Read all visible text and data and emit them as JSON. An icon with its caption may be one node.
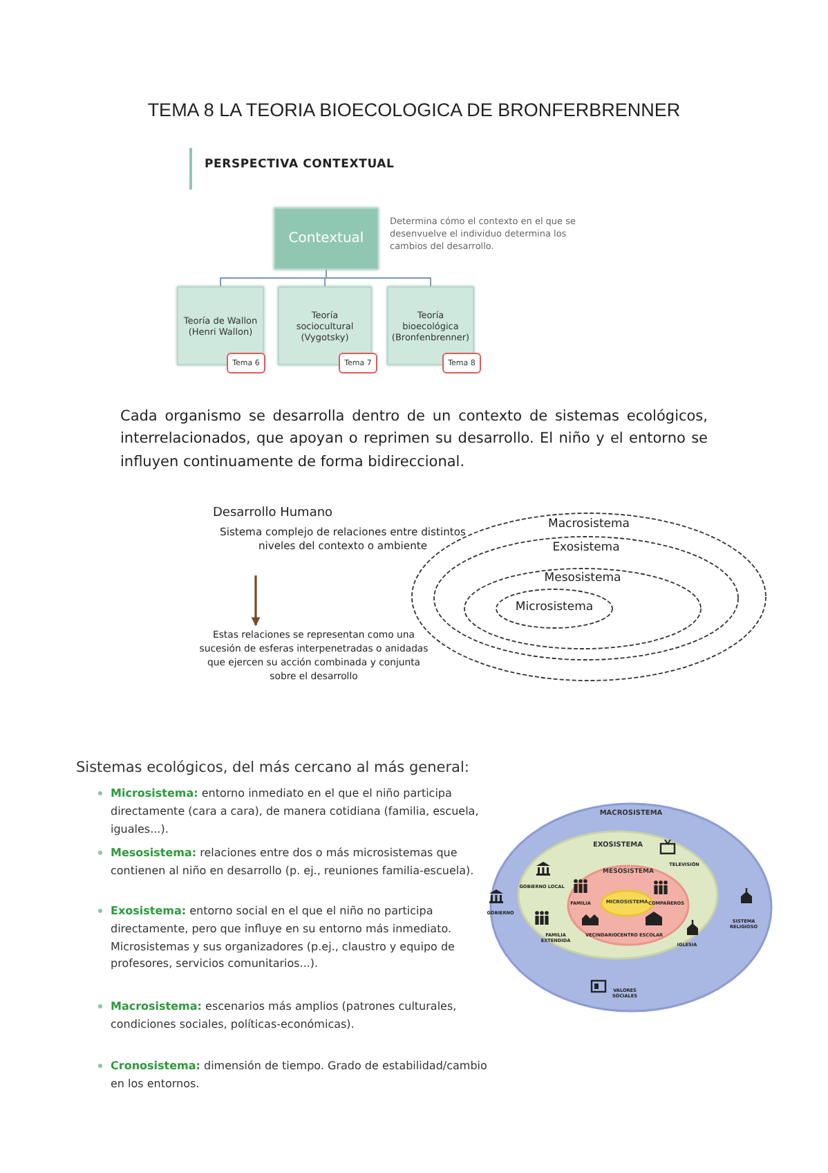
{
  "diagram": {
    "title": "TEMA 8 LA TEORIA BIOECOLOGICA DE BRONFERBRENNER",
    "nodes": [
      {
        "text": [
          "Contextual"
        ],
        "beside": [
          "Determina cómo el contexto en el que se desenvuelve el individuo determina los cambios del desarrollo."
        ]
      },
      {
        "text": [
          "Teoría de Wallon (Henri Wallon)"
        ]
      },
      {
        "text": [
          "Teoría sociocultural (Vygotsky)"
        ]
      },
      {
        "text": [
          "Teoría bioecológica (Bronfenbrenner)"
        ]
      },
      {
        "text": [
          "Tema 6"
        ]
      },
      {
        "text": [
          "Tema 7"
        ]
      },
      {
        "text": [
          "Tema 8"
        ]
      },
      {
        "text": [
          "Desarrollo Humano",
          "Sistema complejo de relaciones entre distintos niveles del contexto o ambiente"
        ]
      },
      {
        "text": [
          "Estas relaciones se representan como una sucesión de esferas interpenetradas o anidadas que ejercen su acción combinada y conjunta sobre el desarrollo"
        ]
      },
      {
        "text": [
          "Macrosistema"
        ]
      },
      {
        "text": [
          "Exosistema"
        ],
        "in": 9
      },
      {
        "text": [
          "Mesosistema"
        ],
        "in": 10
      },
      {
        "text": [
          "Microsistema"
        ],
        "in": 11
      },
      {
        "text": [
          "MACROSISTEMA"
        ]
      },
      {
        "text": [
          "EXOSISTEMA"
        ],
        "in": 13
      },
      {
        "text": [
          "MESOSISTEMA"
        ],
        "in": 14
      },
      {
        "text": [
          "MICROSISTEMA"
        ],
        "in": 15
      }
    ],
    "edges": [
      {
        "from": 0,
        "to": 1,
        "arrow": "none"
      },
      {
        "from": 0,
        "to": 2,
        "arrow": "none"
      },
      {
        "from": 0,
        "to": 3,
        "arrow": "none"
      },
      {
        "from": 7,
        "to": 8,
        "arrow": "to",
        "color": "#7b4a22"
      }
    ],
    "labels": [
      "PERSPECTIVA CONTEXTUAL",
      "Cada organismo se desarrolla dentro de un contexto de sistemas ecológicos, interrelacionados, que apoyan o reprimen su desarrollo. El niño y el entorno se influyen continuamente de forma bidireccional.",
      "Sistemas ecológicos, del más cercano al más general:",
      "**Microsistema:** entorno inmediato en el que el niño participa directamente (cara a cara), de manera cotidiana (familia, escuela, iguales...).",
      "**Mesosistema:** relaciones entre dos o más microsistemas que contienen al niño en desarrollo (p. ej., reuniones familia-escuela).",
      "**Exosistema:** entorno social en el que el niño no participa directamente, pero que influye en su entorno más inmediato. Microsistemas y sus organizadores (p.ej., claustro y equipo de profesores, servicios comunitarios...).",
      "**Macrosistema:** escenarios más amplios (patrones culturales, condiciones sociales, políticas-económicas).",
      "**Cronosistema:** dimensión de tiempo. Grado de estabilidad/cambio en los entornos.",
      "GOBIERNO LOCAL",
      "TELEVISIÓN",
      "FAMILIA",
      "COMPAÑEROS",
      "FAMILIA EXTENDIDA",
      "VECINDARIO",
      "CENTRO ESCOLAR",
      "IGLESIA",
      "GOBIERNO",
      "SISTEMA RELIGIOSO",
      "VALORES SOCIALES"
    ]
  }
}
